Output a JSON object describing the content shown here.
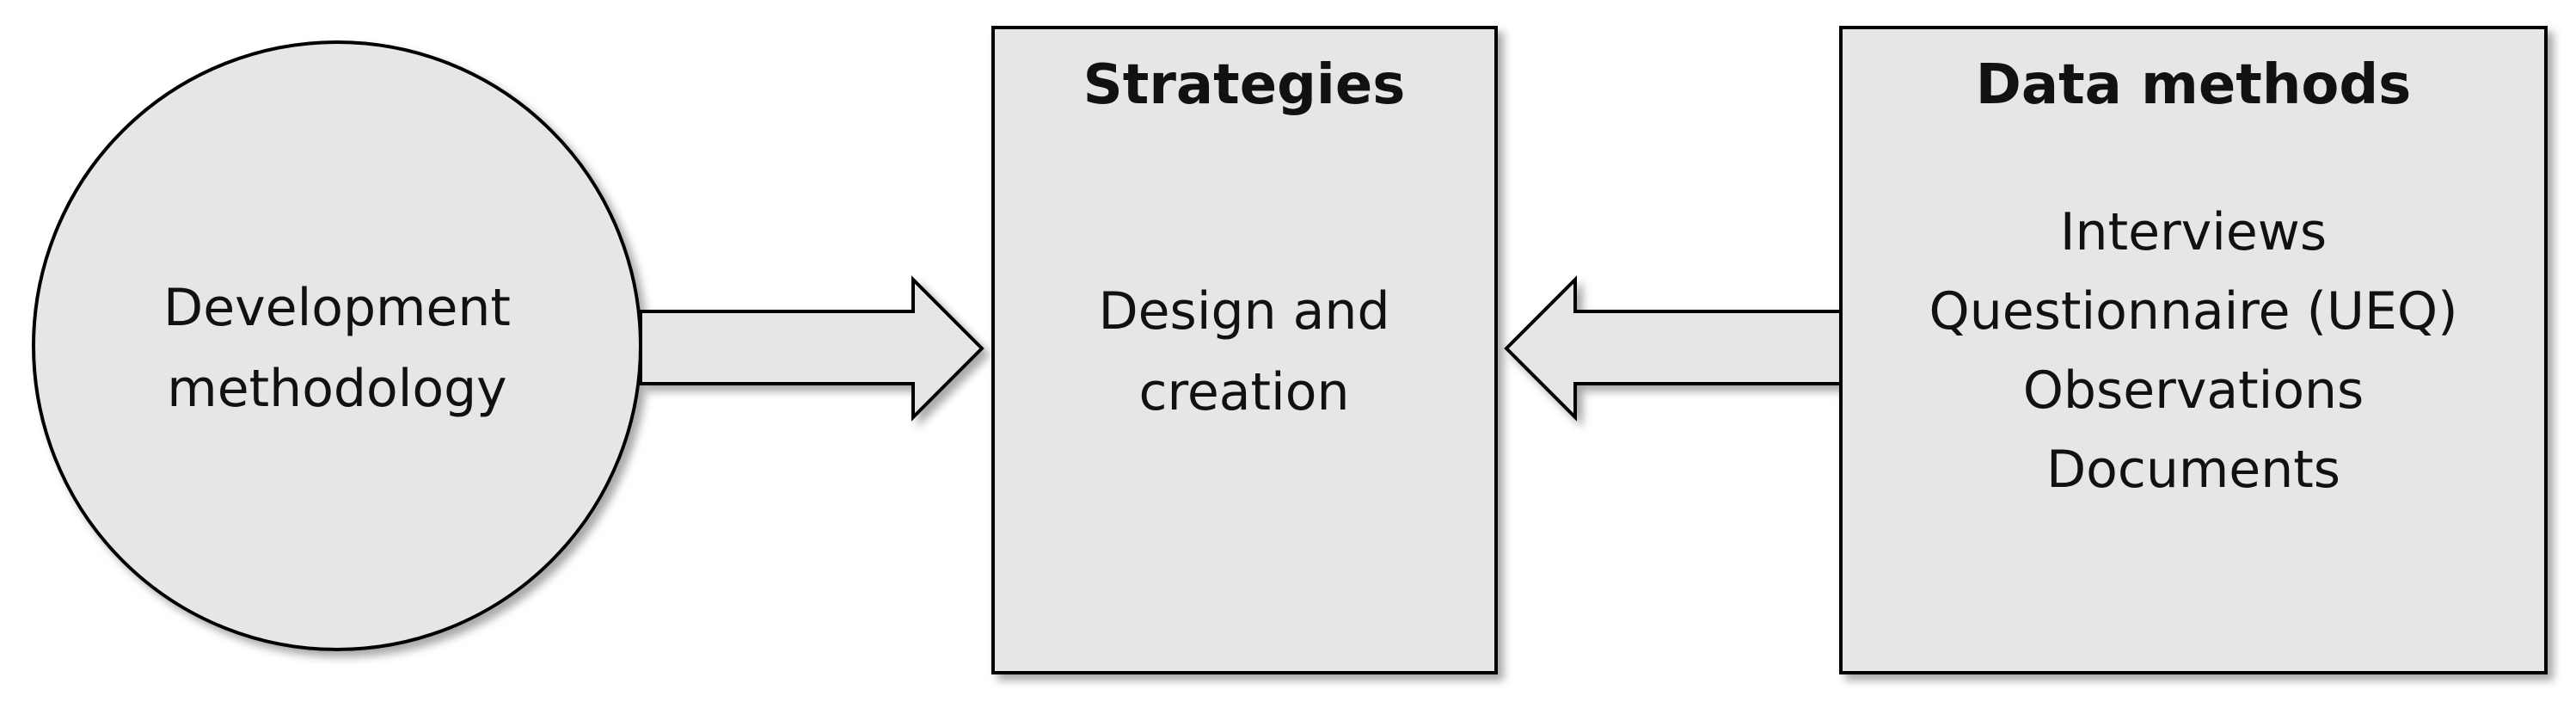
{
  "nodes": {
    "development": {
      "lines": [
        "Development",
        "methodology"
      ]
    },
    "strategies": {
      "title": "Strategies",
      "lines": [
        "Design and",
        "creation"
      ]
    },
    "data_methods": {
      "title": "Data methods",
      "lines": [
        "Interviews",
        "Questionnaire (UEQ)",
        "Observations",
        "Documents"
      ]
    }
  },
  "colors": {
    "fill": "#e6e6e6",
    "stroke": "#000000",
    "text": "#111111",
    "shadow": "#9a9a9a"
  }
}
